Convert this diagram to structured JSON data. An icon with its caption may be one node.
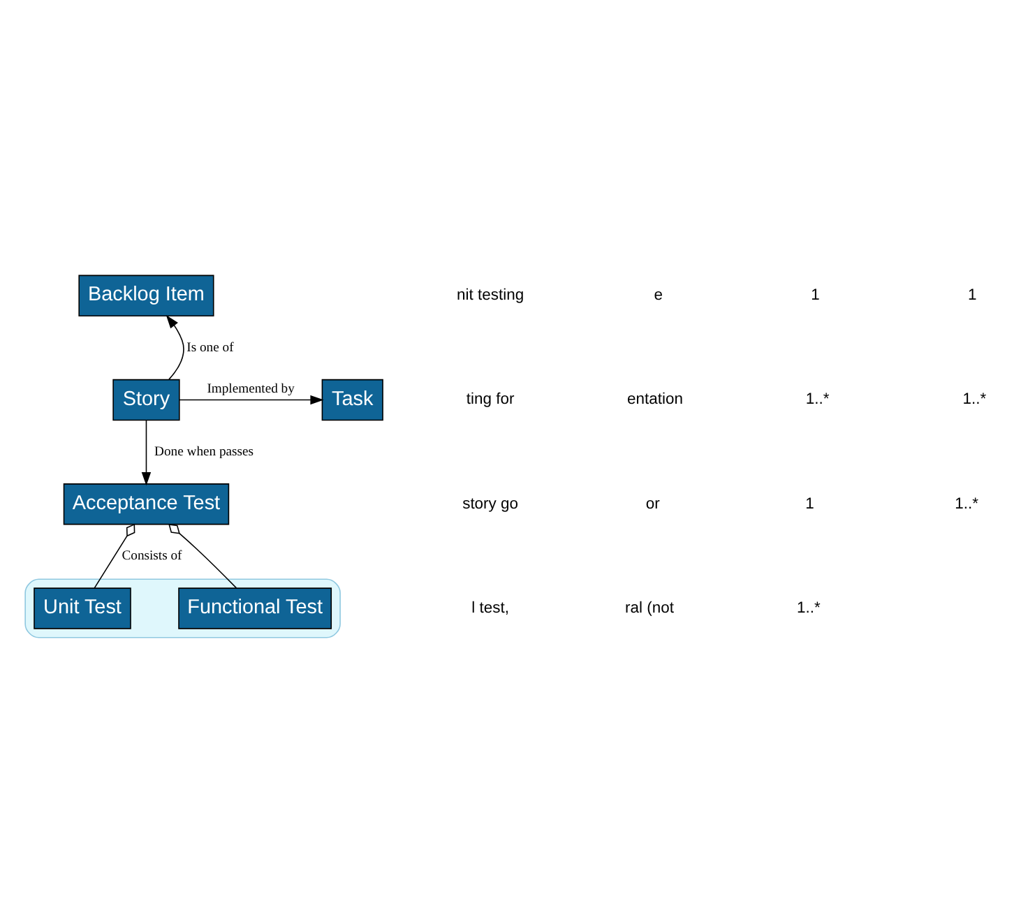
{
  "diagram": {
    "nodes": [
      {
        "text": [
          "Backlog Item"
        ]
      },
      {
        "text": [
          "Story"
        ]
      },
      {
        "text": [
          "Task"
        ]
      },
      {
        "text": [
          "Acceptance Test"
        ]
      },
      {
        "text": [],
        "shape": "ellipse"
      },
      {
        "text": [
          "Unit Test"
        ],
        "in": 4
      },
      {
        "text": [
          "Functional Test"
        ],
        "in": 4
      }
    ],
    "edges": [
      {
        "from": 1,
        "to": 0,
        "arrow": "to",
        "label": "Is one of"
      },
      {
        "from": 1,
        "to": 2,
        "arrow": "to",
        "label": "Implemented by"
      },
      {
        "from": 1,
        "to": 3,
        "arrow": "to",
        "label": "Done when passes"
      },
      {
        "from": 3,
        "to": 5,
        "arrow": "other",
        "label": "Consists of"
      },
      {
        "from": 3,
        "to": 6,
        "arrow": "other"
      }
    ],
    "labels": [
      "nit testing",
      "ting for",
      "story go",
      "l test,",
      "e",
      "entation",
      "or",
      "ral (not",
      "1",
      "1..*",
      "1",
      "1..*",
      "1",
      "1..*",
      "1..*"
    ]
  }
}
